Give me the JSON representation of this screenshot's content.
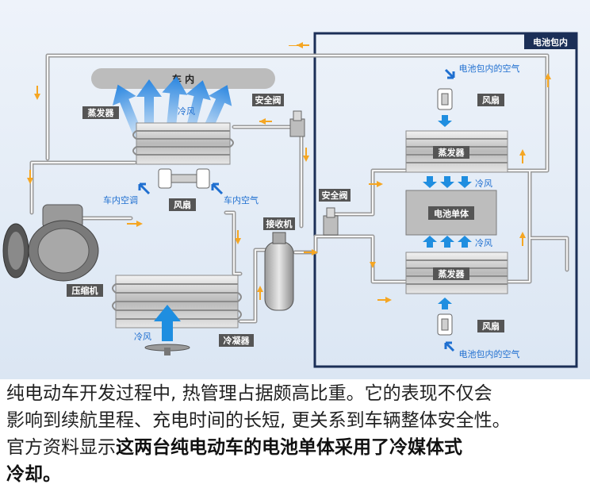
{
  "diagram": {
    "car_interior": "车 内",
    "battery_pack": "电池包内",
    "evaporator_left": "蒸发器",
    "evaporator_top": "蒸发器",
    "evaporator_bottom": "蒸发器",
    "safety_valve_left": "安全阀",
    "safety_valve_right": "安全阀",
    "receiver": "接收机",
    "compressor": "压缩机",
    "condenser": "冷凝器",
    "battery_cell": "电池单体",
    "fan_left": "风扇",
    "fan_right_top": "风扇",
    "fan_right_bottom": "风扇",
    "cold_air_cabin": "冷风",
    "cold_air_condenser": "冷风",
    "cold_air_battery_top": "冷风",
    "cold_air_battery_bottom": "冷风",
    "cabin_ac": "车内空调",
    "cabin_air": "车内空气",
    "pack_air_top": "电池包内的空气",
    "pack_air_bottom": "电池包内的空气"
  },
  "caption": {
    "line1": "纯电动车开发过程中, 热管理占据颇高比重。它的表现不仅会",
    "line2": "影响到续航里程、充电时间的长短, 更关系到车辆整体安全性。",
    "line3_normal": "官方资料显示",
    "line3_bold": "这两台纯电动车的电池单体采用了冷媒体式",
    "line4_bold": "冷却。"
  },
  "colors": {
    "background": "#e3ecf6",
    "frame": "#1b2f57",
    "arrow_orange": "#f5a623",
    "arrow_blue": "#1f8ee0",
    "label_bg": "#555555"
  }
}
